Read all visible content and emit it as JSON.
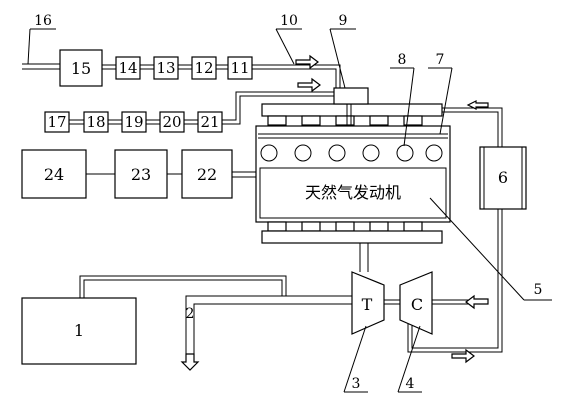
{
  "diagram": {
    "engine_label": "天然气发动机",
    "turbine_label": "T",
    "compressor_label": "C",
    "callouts": [
      "1",
      "2",
      "3",
      "4",
      "5",
      "6",
      "7",
      "8",
      "9",
      "10",
      "16"
    ],
    "fuel_chain": [
      "15",
      "14",
      "13",
      "12",
      "11"
    ],
    "sensor_chain": [
      "17",
      "18",
      "19",
      "20",
      "21"
    ],
    "control_chain": [
      "24",
      "23",
      "22"
    ]
  }
}
